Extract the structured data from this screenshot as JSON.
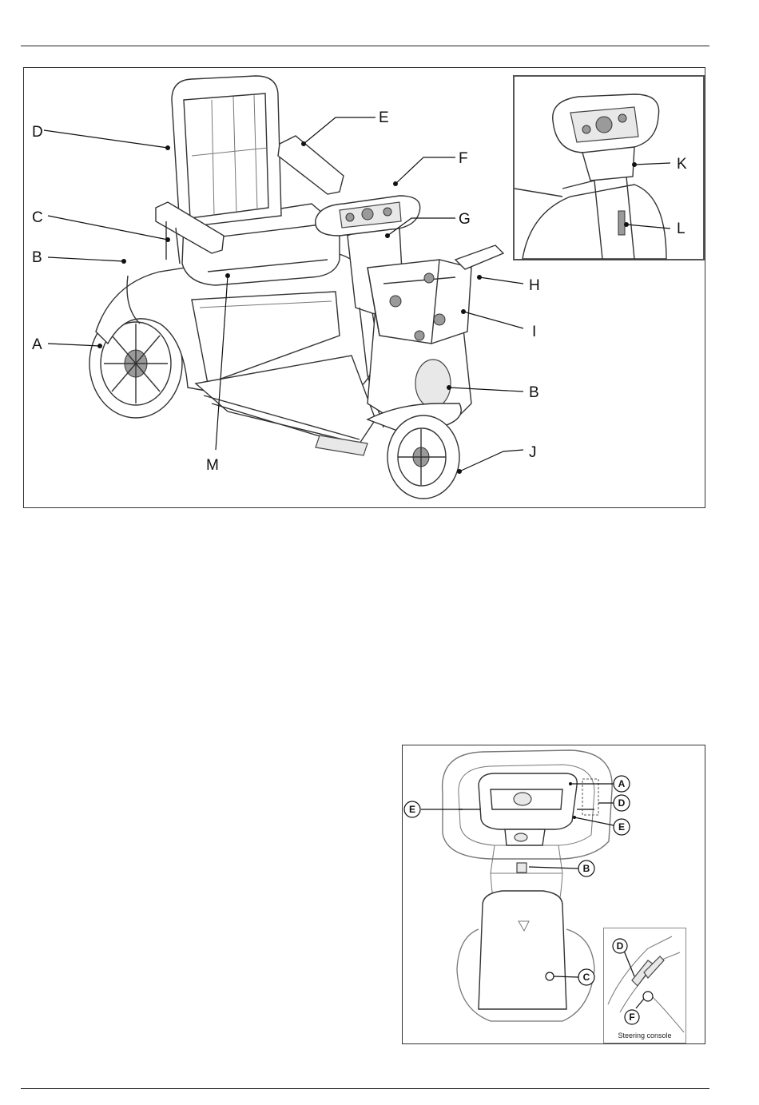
{
  "figure_1": {
    "callouts": [
      "A",
      "B",
      "C",
      "D",
      "E",
      "F",
      "G",
      "H",
      "I",
      "B",
      "J",
      "K",
      "L",
      "M"
    ]
  },
  "figure_2": {
    "callouts": [
      "A",
      "D",
      "E",
      "E",
      "B",
      "C",
      "D",
      "F"
    ],
    "inset_caption": "Steering console"
  }
}
